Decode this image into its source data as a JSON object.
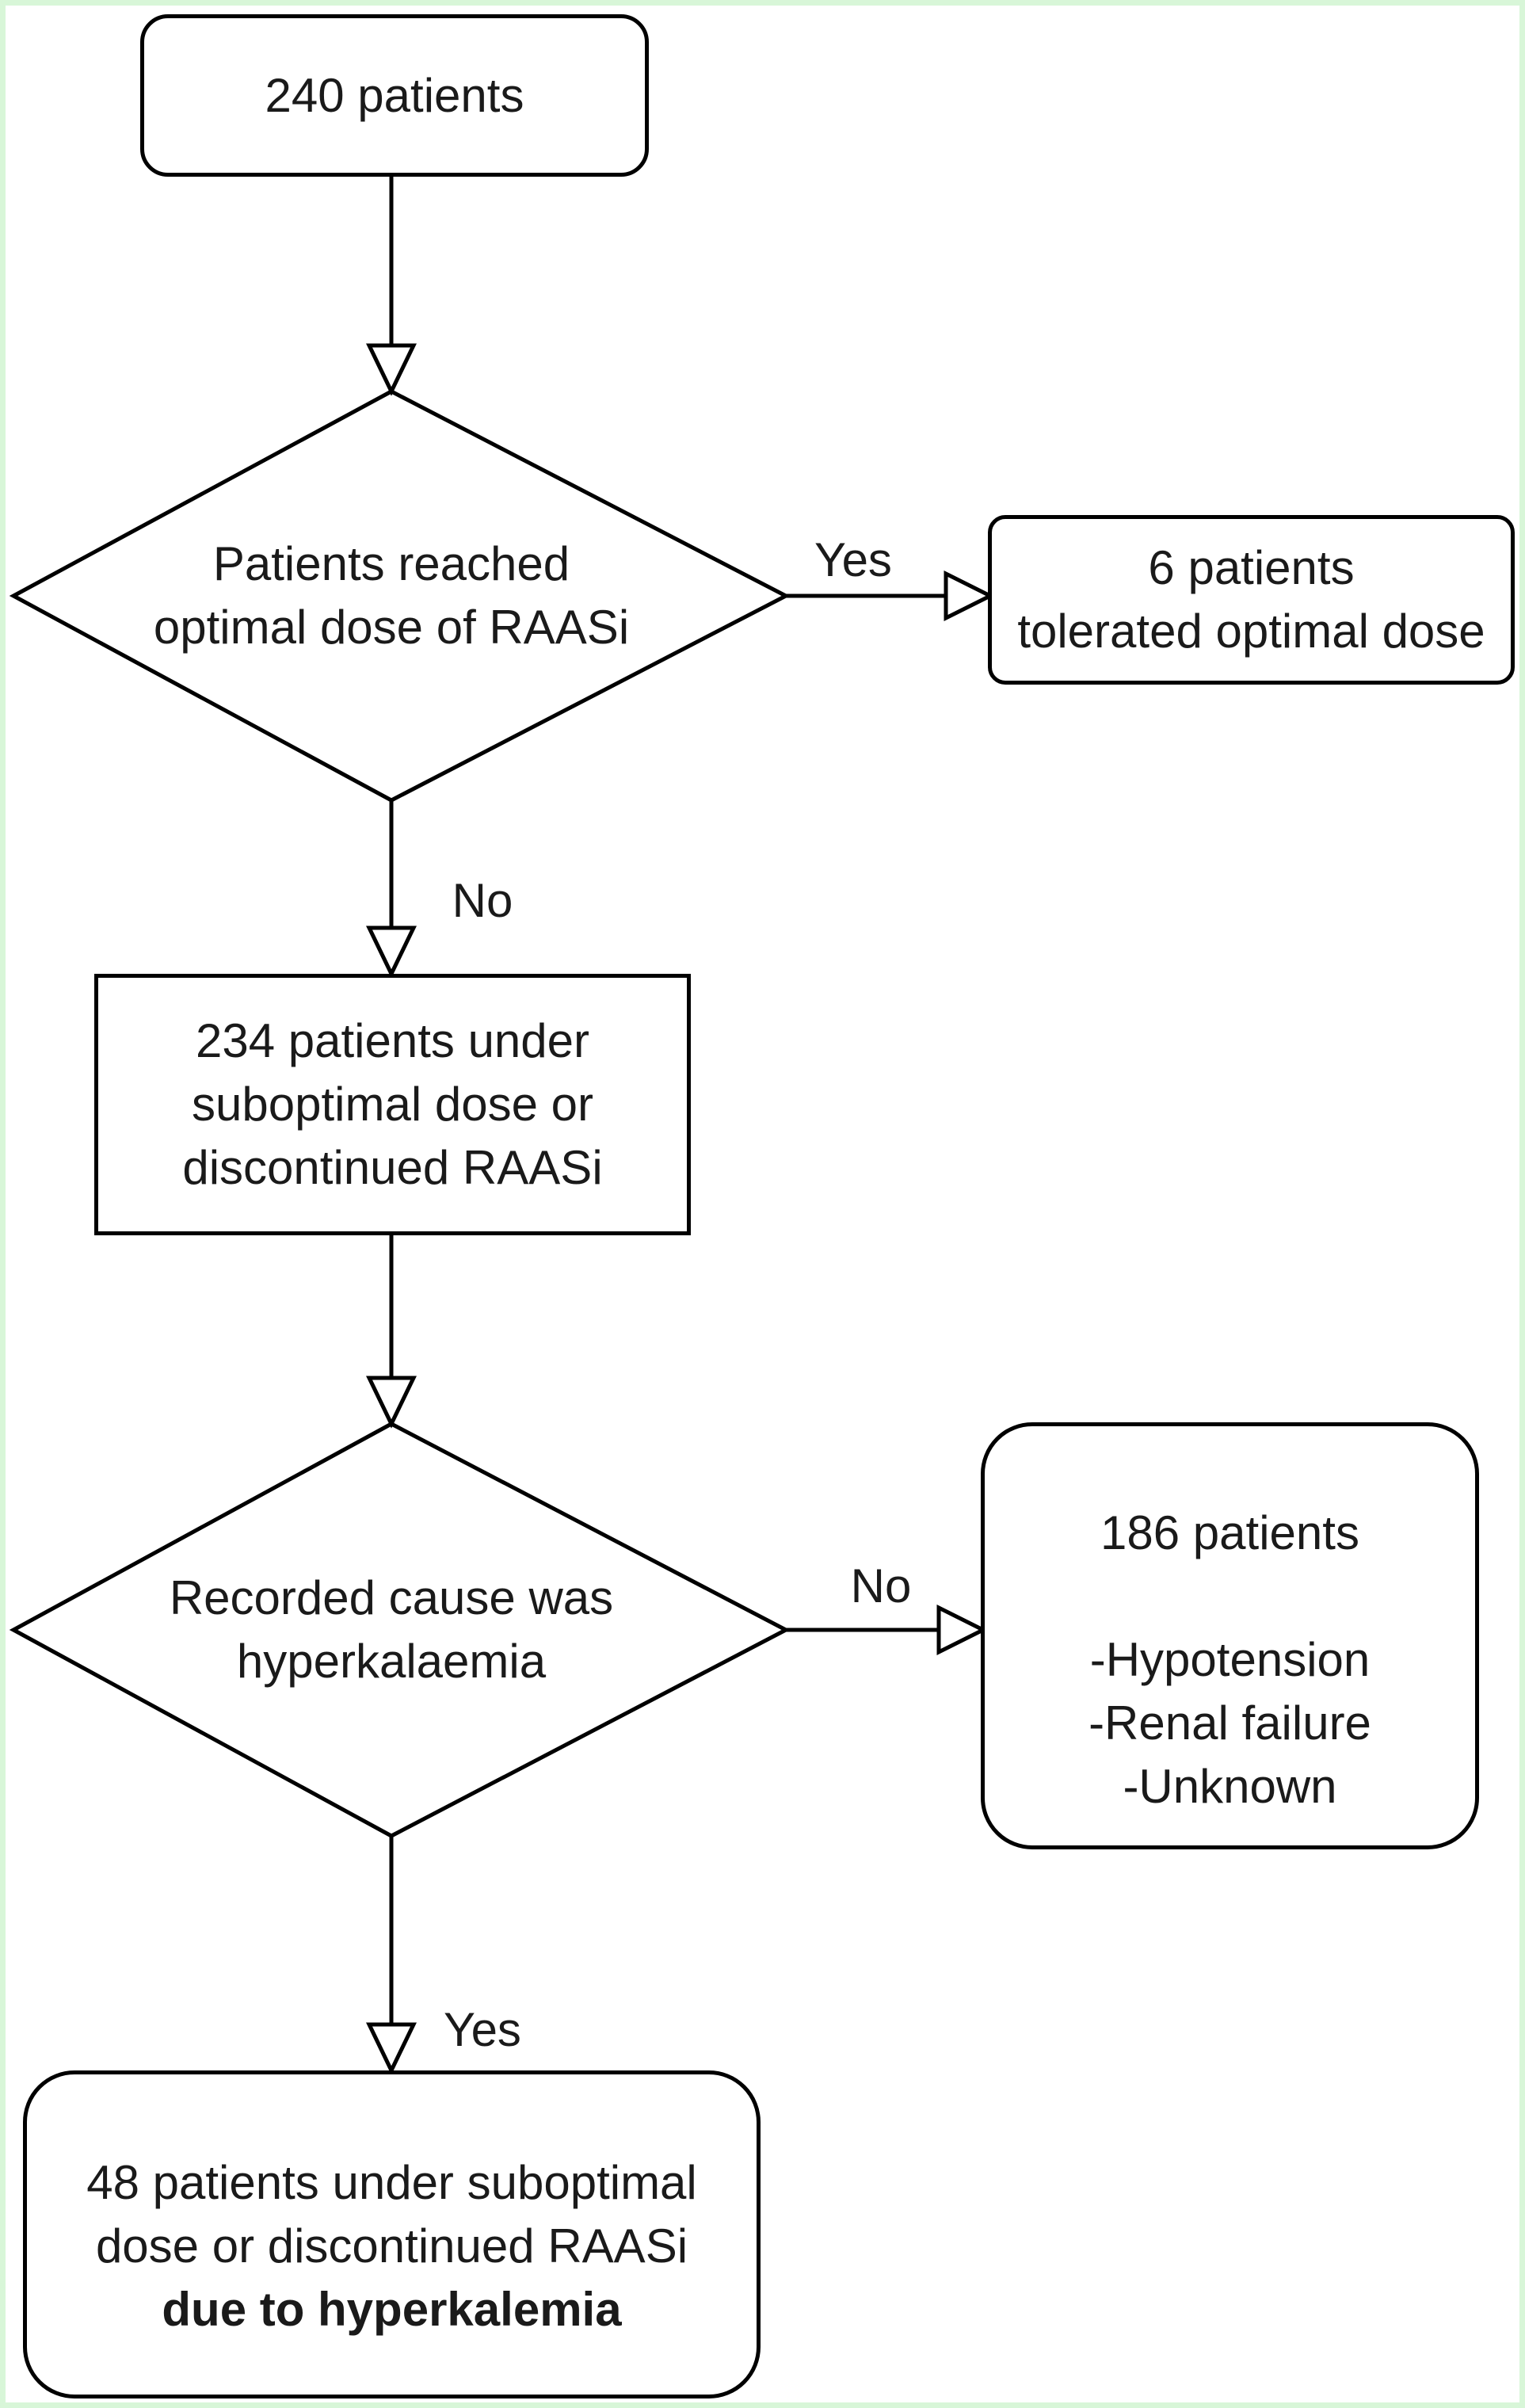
{
  "canvas": {
    "background": "#ffffff",
    "page_border_color": "#d8f6d8",
    "stroke_color": "#000000",
    "text_color": "#1a1a1a"
  },
  "nodes": {
    "start": {
      "line1": "240 patients"
    },
    "decision1": {
      "line1": "Patients reached",
      "line2": "optimal dose of RAASi"
    },
    "tolerated": {
      "line1": "6 patients",
      "line2": "tolerated optimal dose"
    },
    "suboptimal": {
      "line1": "234 patients under",
      "line2": "suboptimal dose or",
      "line3": "discontinued RAASi"
    },
    "decision2": {
      "line1": "Recorded cause was",
      "line2": "hyperkalaemia"
    },
    "other_causes": {
      "title": "186 patients",
      "item1": "-Hypotension",
      "item2": "-Renal failure",
      "item3": "-Unknown"
    },
    "hyperkalemia": {
      "line1": "48 patients under suboptimal",
      "line2": "dose or discontinued RAASi",
      "line3_bold": "due to hyperkalemia"
    }
  },
  "edge_labels": {
    "yes1": "Yes",
    "no1": "No",
    "no2": "No",
    "yes2": "Yes"
  }
}
